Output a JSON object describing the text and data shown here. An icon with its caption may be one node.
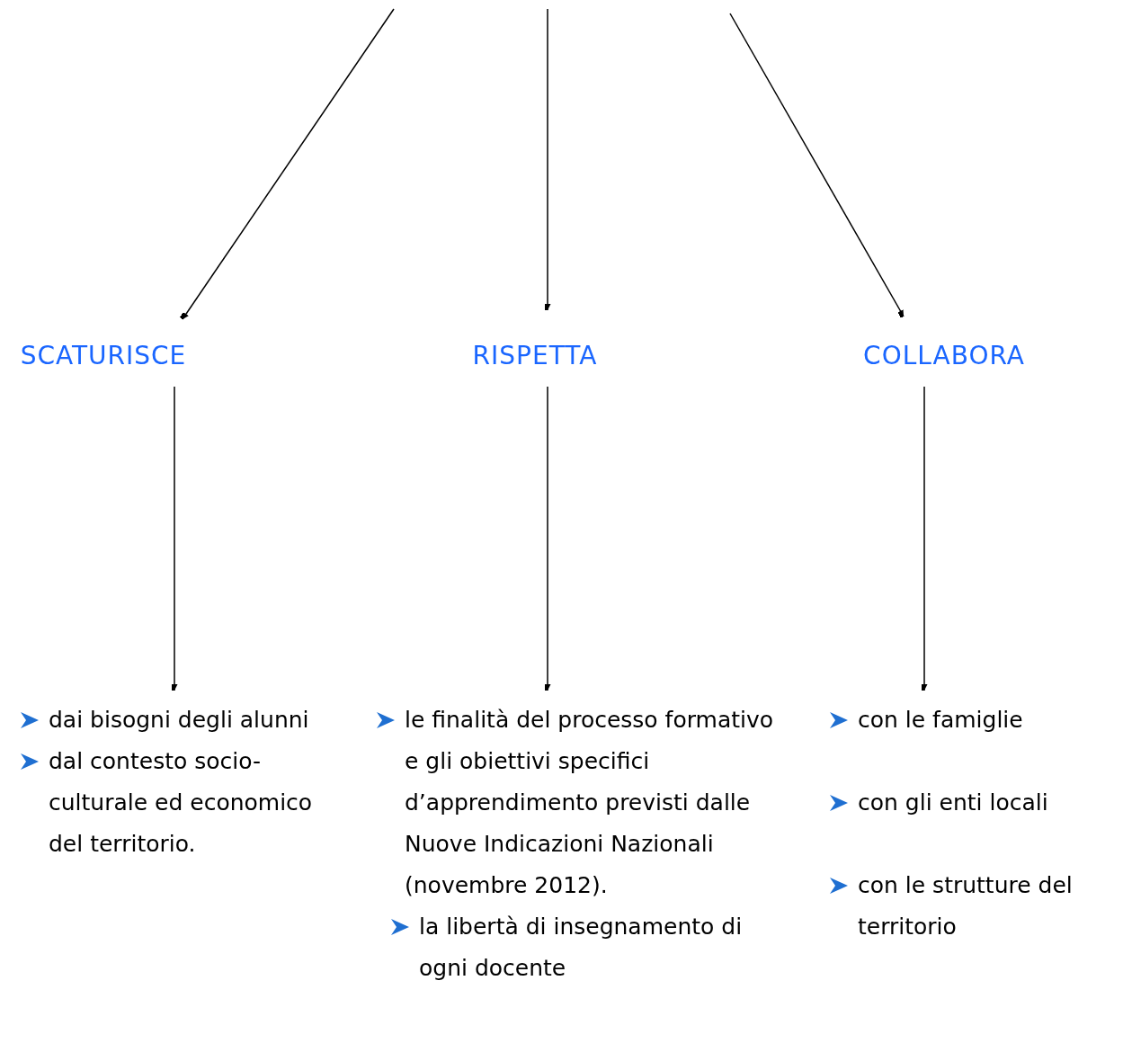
{
  "diagram": {
    "nodes": [
      {
        "text": [
          "SCATURISCE"
        ]
      },
      {
        "text": [
          "RISPETTA"
        ]
      },
      {
        "text": [
          "COLLABORA"
        ]
      },
      {
        "text": [
          "dai bisogni degli alunni",
          "dal contesto socio-culturale ed economico del territorio."
        ]
      },
      {
        "text": [
          "le finalità del processo formativo e gli obiettivi specifici d’apprendimento previsti dalle Nuove Indicazioni Nazionali (novembre 2012).",
          "la libertà di insegnamento di ogni docente"
        ]
      },
      {
        "text": [
          "con le famiglie",
          "con gli enti locali",
          "con le strutture del territorio"
        ]
      }
    ],
    "edges": [
      {
        "from": null,
        "to": 0,
        "arrow": "to"
      },
      {
        "from": null,
        "to": 1,
        "arrow": "to"
      },
      {
        "from": null,
        "to": 2,
        "arrow": "to"
      },
      {
        "from": 0,
        "to": 3,
        "arrow": "to"
      },
      {
        "from": 1,
        "to": 4,
        "arrow": "to"
      },
      {
        "from": 2,
        "to": 5,
        "arrow": "to"
      }
    ]
  }
}
